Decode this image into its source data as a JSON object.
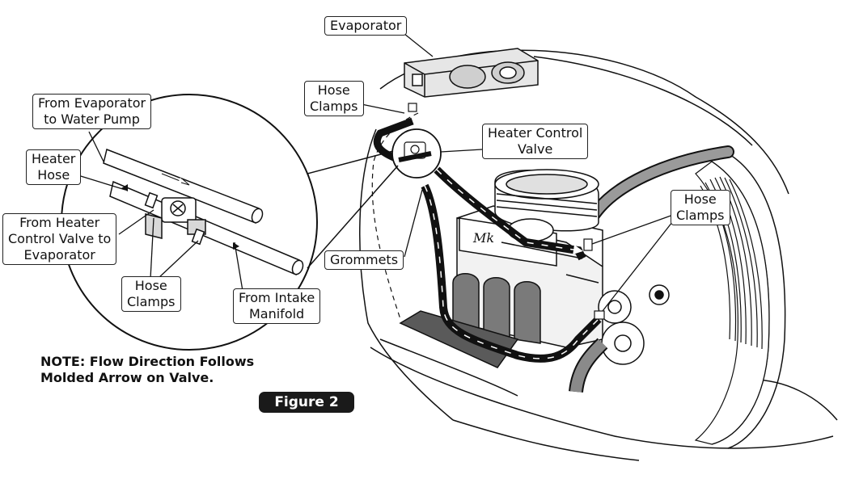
{
  "labels": {
    "evaporator": "Evaporator",
    "hose_clamps_top": [
      "Hose",
      "Clamps"
    ],
    "heater_control_valve": [
      "Heater Control",
      "Valve"
    ],
    "hose_clamps_right": [
      "Hose",
      "Clamps"
    ],
    "grommets": "Grommets",
    "from_evaporator": [
      "From Evaporator",
      "to Water Pump"
    ],
    "heater_hose": [
      "Heater",
      "Hose"
    ],
    "from_heater_valve": [
      "From Heater",
      "Control Valve to",
      "Evaporator"
    ],
    "hose_clamps_inset": [
      "Hose",
      "Clamps"
    ],
    "from_intake": [
      "From Intake",
      "Manifold"
    ]
  },
  "note": [
    "NOTE: Flow Direction Follows",
    "Molded Arrow on Valve."
  ],
  "figure_label": "Figure 2",
  "engine_logo": "Mk",
  "colors": {
    "line": "#111111",
    "hose": "#1a1a1a",
    "shade": "#8a8a8a",
    "light": "#d6d6d6",
    "background": "#ffffff"
  }
}
